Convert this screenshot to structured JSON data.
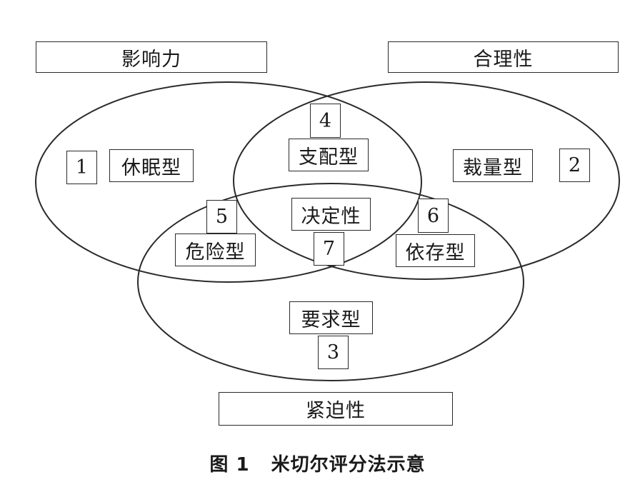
{
  "dimensions": {
    "influence": "影响力",
    "legitimacy": "合理性",
    "urgency": "紧迫性"
  },
  "regions": [
    {
      "num": "1",
      "label": "休眠型"
    },
    {
      "num": "2",
      "label": "裁量型"
    },
    {
      "num": "3",
      "label": "要求型"
    },
    {
      "num": "4",
      "label": "支配型"
    },
    {
      "num": "5",
      "label": "危险型"
    },
    {
      "num": "6",
      "label": "依存型"
    },
    {
      "num": "7",
      "label": "决定性"
    }
  ],
  "caption": {
    "figure_no": "图 1",
    "title": "米切尔评分法示意"
  }
}
